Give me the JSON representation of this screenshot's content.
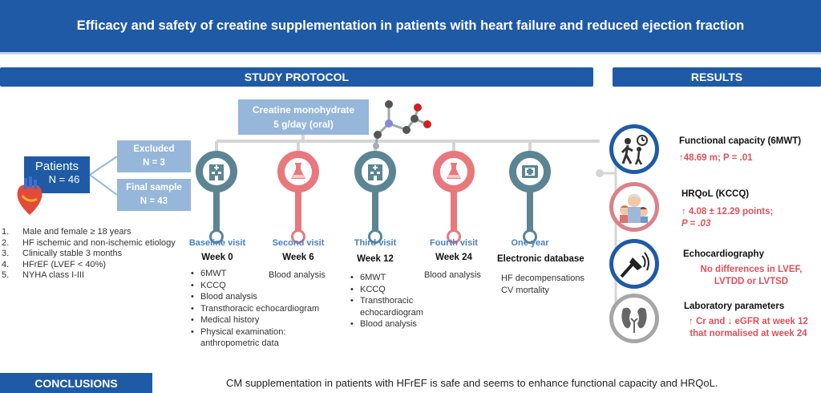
{
  "title": "Efficacy and safety of creatine supplementation in patients with heart failure and reduced ejection fraction",
  "study_protocol": {
    "header": "STUDY PROTOCOL",
    "creatine": {
      "line1": "Creatine monohydrate",
      "line2": "5 g/day (oral)"
    },
    "patients": {
      "title": "Patients",
      "n": "N = 46"
    },
    "excluded": {
      "line1": "Excluded",
      "line2": "N = 3"
    },
    "final_sample": {
      "line1": "Final sample",
      "line2": "N = 43"
    },
    "inclusion_criteria": [
      {
        "num": "1.",
        "text": "Male and female ≥ 18 years"
      },
      {
        "num": "2.",
        "text": "HF ischemic and non-ischemic etiology"
      },
      {
        "num": "3.",
        "text": "Clinically stable 3 months"
      },
      {
        "num": "4.",
        "text": "HFrEF (LVEF < 40%)"
      },
      {
        "num": "5.",
        "text": "NYHA class I-III"
      }
    ],
    "visits": [
      {
        "label": "Baseline visit",
        "week": "Week 0",
        "items": [
          "6MWT",
          "KCCQ",
          "Blood analysis",
          "Transthoracic echocardiogram",
          "Medical history",
          "Physical examination: anthropometric data"
        ],
        "icon": "hospital-icon",
        "color": "#5b8593"
      },
      {
        "label": "Second visit",
        "week": "Week 6",
        "plain": [
          "Blood analysis"
        ],
        "icon": "flask-icon",
        "color": "#e8787c"
      },
      {
        "label": "Third visit",
        "week": "Week 12",
        "items": [
          "6MWT",
          "KCCQ",
          "Transthoracic echocardiogram",
          "Blood analysis"
        ],
        "icon": "hospital-icon",
        "color": "#5b8593"
      },
      {
        "label": "Fourth visit",
        "week": "Week 24",
        "plain": [
          "Blood analysis"
        ],
        "icon": "flask-icon",
        "color": "#e8787c"
      },
      {
        "label": "One year",
        "week": "Electronic database",
        "plain": [
          "HF decompensations",
          "CV mortality"
        ],
        "icon": "medical-record-icon",
        "color": "#5b8593"
      }
    ]
  },
  "results": {
    "header": "RESULTS",
    "items": [
      {
        "title": "Functional capacity (6MWT)",
        "lines": [
          "↑48.69 m; P = .01"
        ],
        "icon": "walking-test-icon",
        "ring": "#1f5aa6"
      },
      {
        "title": "HRQoL (KCCQ)",
        "lines": [
          "↑ 4.08 ± 12.29 points;",
          "P = .03"
        ],
        "icon": "family-icon",
        "ring": "#d9828a"
      },
      {
        "title": "Echocardiography",
        "lines": [
          "No differences in LVEF,",
          "LVTDD or LVTSD"
        ],
        "icon": "ultrasound-probe-icon",
        "ring": "#1f5aa6"
      },
      {
        "title": "Laboratory parameters",
        "lines": [
          "↑ Cr and ↓ eGFR at week 12",
          "that normalised at week 24"
        ],
        "icon": "kidney-icon",
        "ring": "#a6a6a6"
      }
    ]
  },
  "conclusions": {
    "header": "CONCLUSIONS",
    "text": "CM supplementation in patients with HFrEF is safe and seems to enhance functional capacity and HRQoL."
  }
}
